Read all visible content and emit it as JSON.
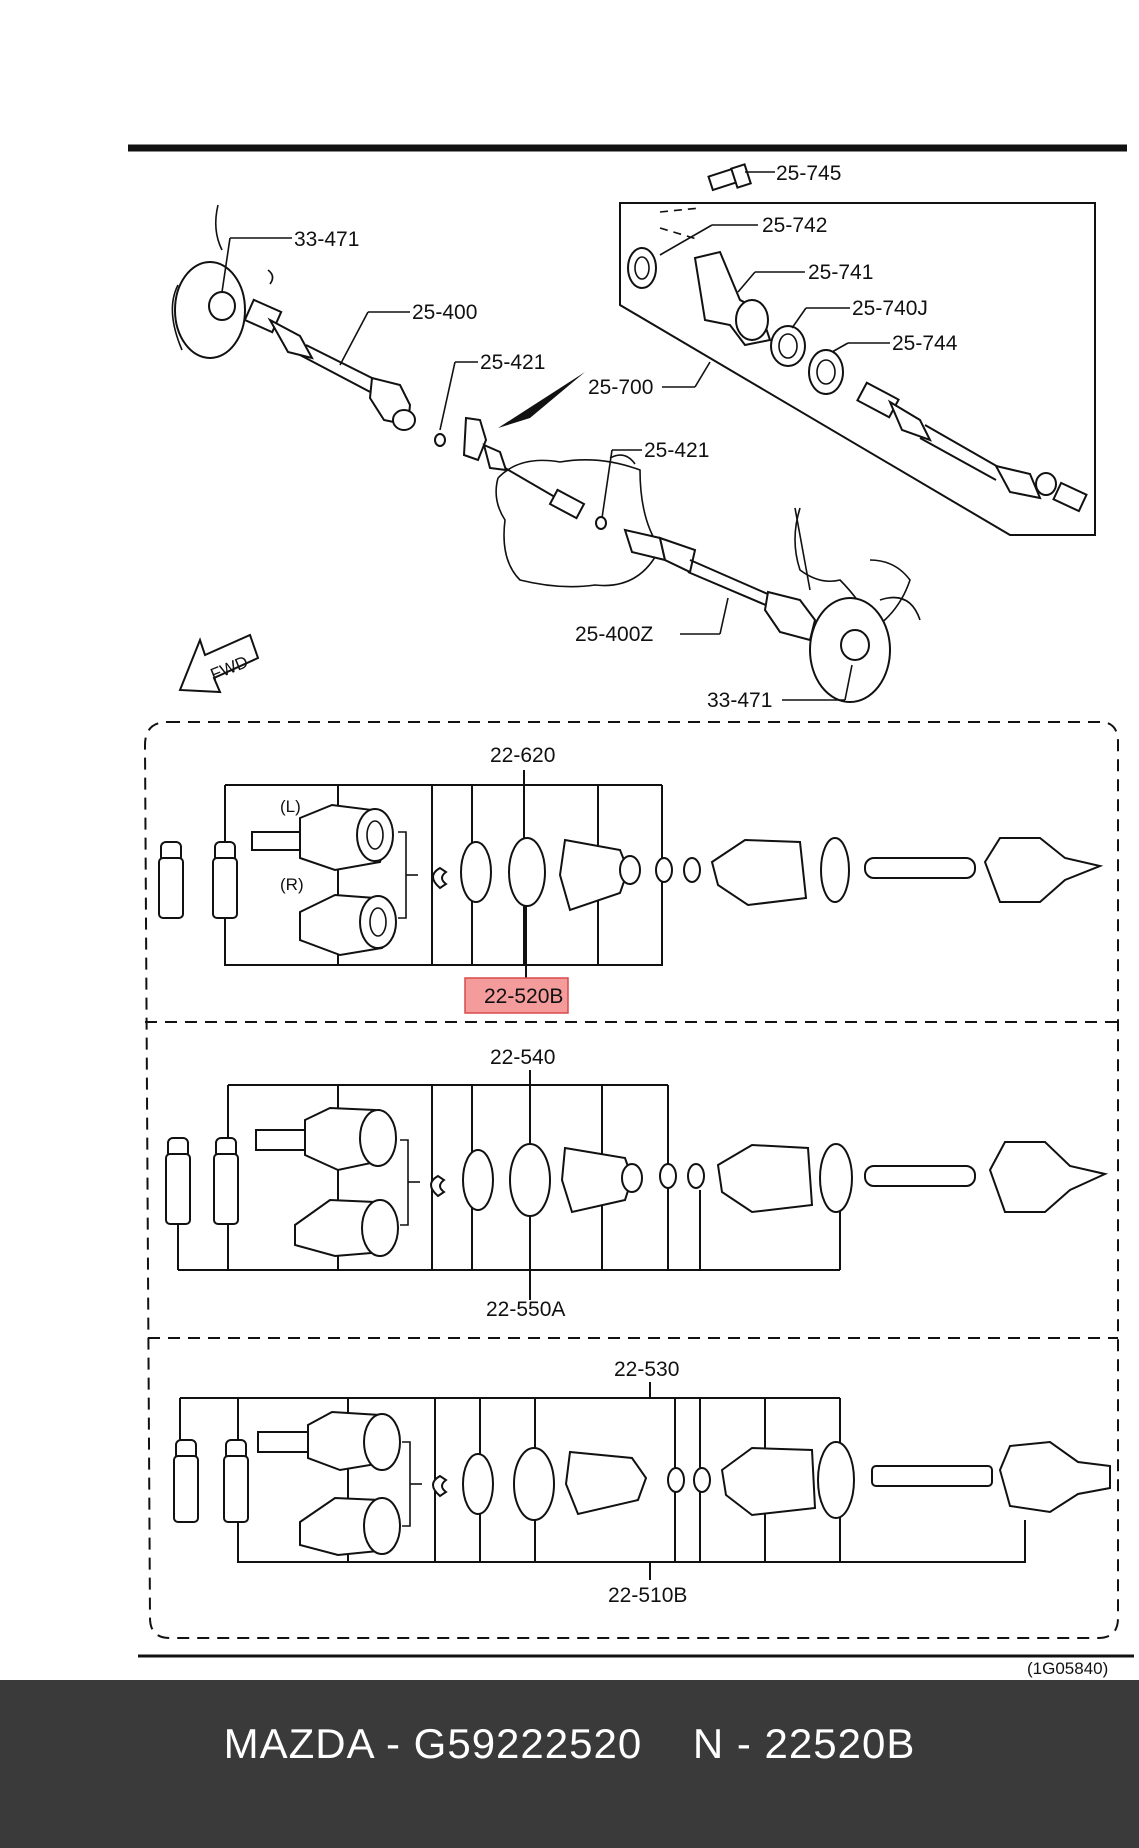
{
  "labels": {
    "p33_471_top": "33-471",
    "p25_400": "25-400",
    "p25_421_a": "25-421",
    "p25_745": "25-745",
    "p25_742": "25-742",
    "p25_741": "25-741",
    "p25_740j": "25-740J",
    "p25_744": "25-744",
    "p25_700": "25-700",
    "p25_421_b": "25-421",
    "p25_400z": "25-400Z",
    "p33_471_bottom": "33-471",
    "fwd": "FWD",
    "p22_620": "22-620",
    "left_mark": "(L)",
    "right_mark": "(R)",
    "p22_520b": "22-520B",
    "p22_540": "22-540",
    "p22_550a": "22-550A",
    "p22_530": "22-530",
    "p22_510b": "22-510B",
    "figure_code": "(1G05840)"
  },
  "highlight": {
    "color": "#f28b8b",
    "target": "22-520B"
  },
  "caption": "MAZDA - G59222520    N - 22520B"
}
